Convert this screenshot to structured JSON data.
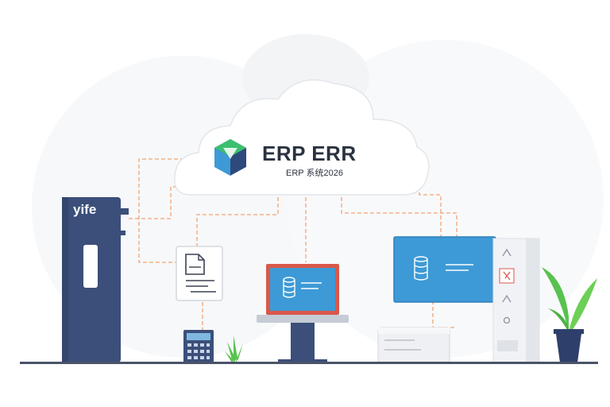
{
  "cloud": {
    "title": "ERP ERR",
    "subtitle": "ERP 系统2026"
  },
  "tower": {
    "label": "yife"
  },
  "colors": {
    "navy": "#3b4f7a",
    "blue_screen": "#3d9ad6",
    "red_frame": "#d9584a",
    "connector": "#f3a372",
    "plant_green": "#59c24f",
    "pot": "#2f3f6b",
    "ground": "#4a5468"
  },
  "icons": [
    "logo-cube-icon",
    "document-icon",
    "database-icon",
    "plant-icon",
    "server-icon",
    "calculator-icon"
  ]
}
